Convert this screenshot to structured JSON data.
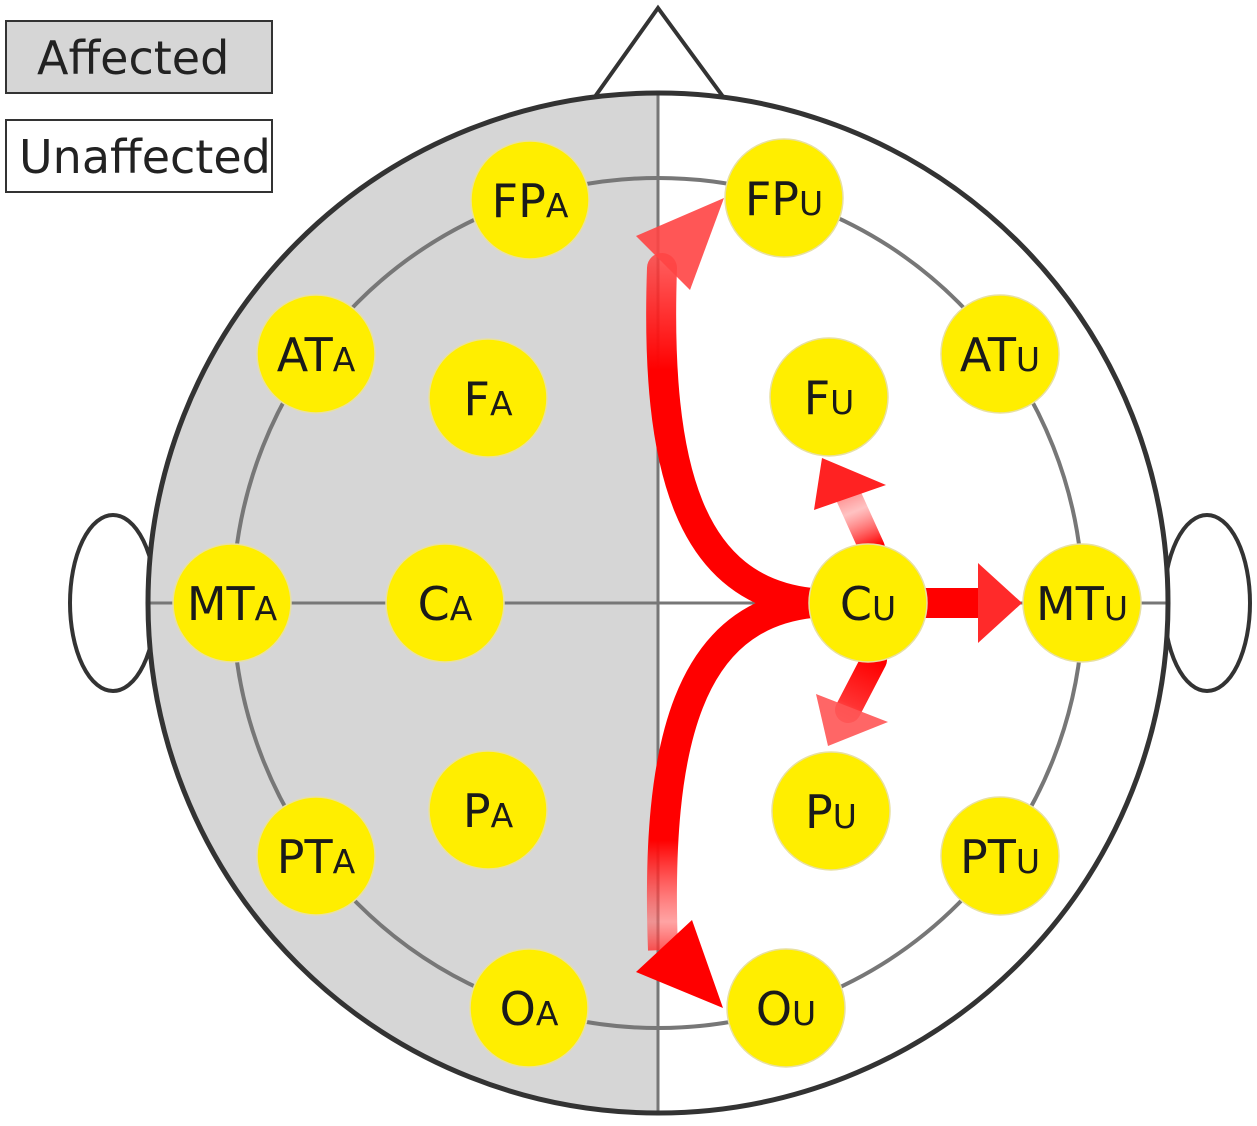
{
  "legend": {
    "affected_label": "Affected",
    "unaffected_label": "Unaffected",
    "affected_color": "#d6d6d6",
    "unaffected_color": "#ffffff"
  },
  "colors": {
    "electrode_fill": "#ffee00",
    "arrow": "#ff0000",
    "outline": "#333333",
    "grid_line": "#777777"
  },
  "electrodes": [
    {
      "id": "fpa",
      "main": "FP",
      "sub": "A"
    },
    {
      "id": "fpu",
      "main": "FP",
      "sub": "U"
    },
    {
      "id": "ata",
      "main": "AT",
      "sub": "A"
    },
    {
      "id": "fa",
      "main": "F",
      "sub": "A"
    },
    {
      "id": "fu",
      "main": "F",
      "sub": "U"
    },
    {
      "id": "atu",
      "main": "AT",
      "sub": "U"
    },
    {
      "id": "mta",
      "main": "MT",
      "sub": "A"
    },
    {
      "id": "ca",
      "main": "C",
      "sub": "A"
    },
    {
      "id": "cu",
      "main": "C",
      "sub": "U"
    },
    {
      "id": "mtu",
      "main": "MT",
      "sub": "U"
    },
    {
      "id": "pa",
      "main": "P",
      "sub": "A"
    },
    {
      "id": "pu",
      "main": "P",
      "sub": "U"
    },
    {
      "id": "pta",
      "main": "PT",
      "sub": "A"
    },
    {
      "id": "ptu",
      "main": "PT",
      "sub": "U"
    },
    {
      "id": "oa",
      "main": "O",
      "sub": "A"
    },
    {
      "id": "ou",
      "main": "O",
      "sub": "U"
    }
  ],
  "connections": [
    {
      "from": "cu",
      "to": "fpu"
    },
    {
      "from": "cu",
      "to": "ou"
    },
    {
      "from": "cu",
      "to": "fu"
    },
    {
      "from": "cu",
      "to": "mtu"
    },
    {
      "from": "cu",
      "to": "pu"
    }
  ]
}
